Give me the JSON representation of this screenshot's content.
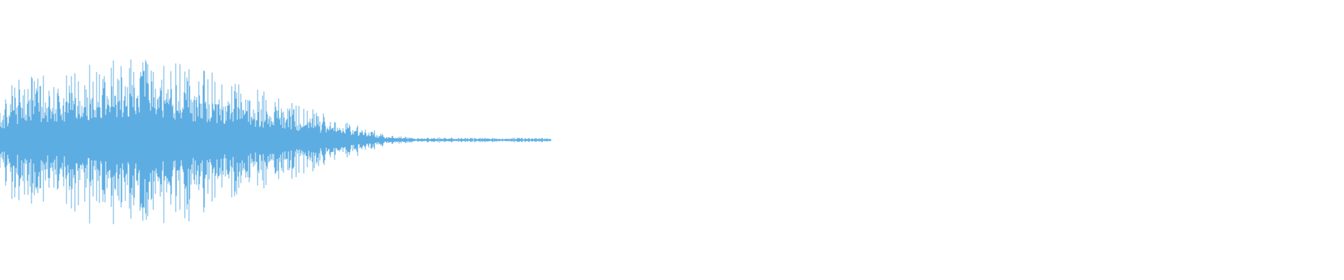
{
  "waveform": {
    "color": "#5DADE2",
    "background": "#ffffff",
    "envelope": [
      {
        "t": 0.0,
        "amp": 0.28
      },
      {
        "t": 0.02,
        "amp": 0.55
      },
      {
        "t": 0.06,
        "amp": 0.62
      },
      {
        "t": 0.13,
        "amp": 0.72
      },
      {
        "t": 0.2,
        "amp": 0.78
      },
      {
        "t": 0.27,
        "amp": 0.78
      },
      {
        "t": 0.34,
        "amp": 0.72
      },
      {
        "t": 0.4,
        "amp": 0.62
      },
      {
        "t": 0.47,
        "amp": 0.48
      },
      {
        "t": 0.53,
        "amp": 0.36
      },
      {
        "t": 0.6,
        "amp": 0.24
      },
      {
        "t": 0.66,
        "amp": 0.14
      },
      {
        "t": 0.7,
        "amp": 0.05
      },
      {
        "t": 0.75,
        "amp": 0.025
      },
      {
        "t": 1.0,
        "amp": 0.02
      }
    ],
    "active_fraction": 0.41
  }
}
